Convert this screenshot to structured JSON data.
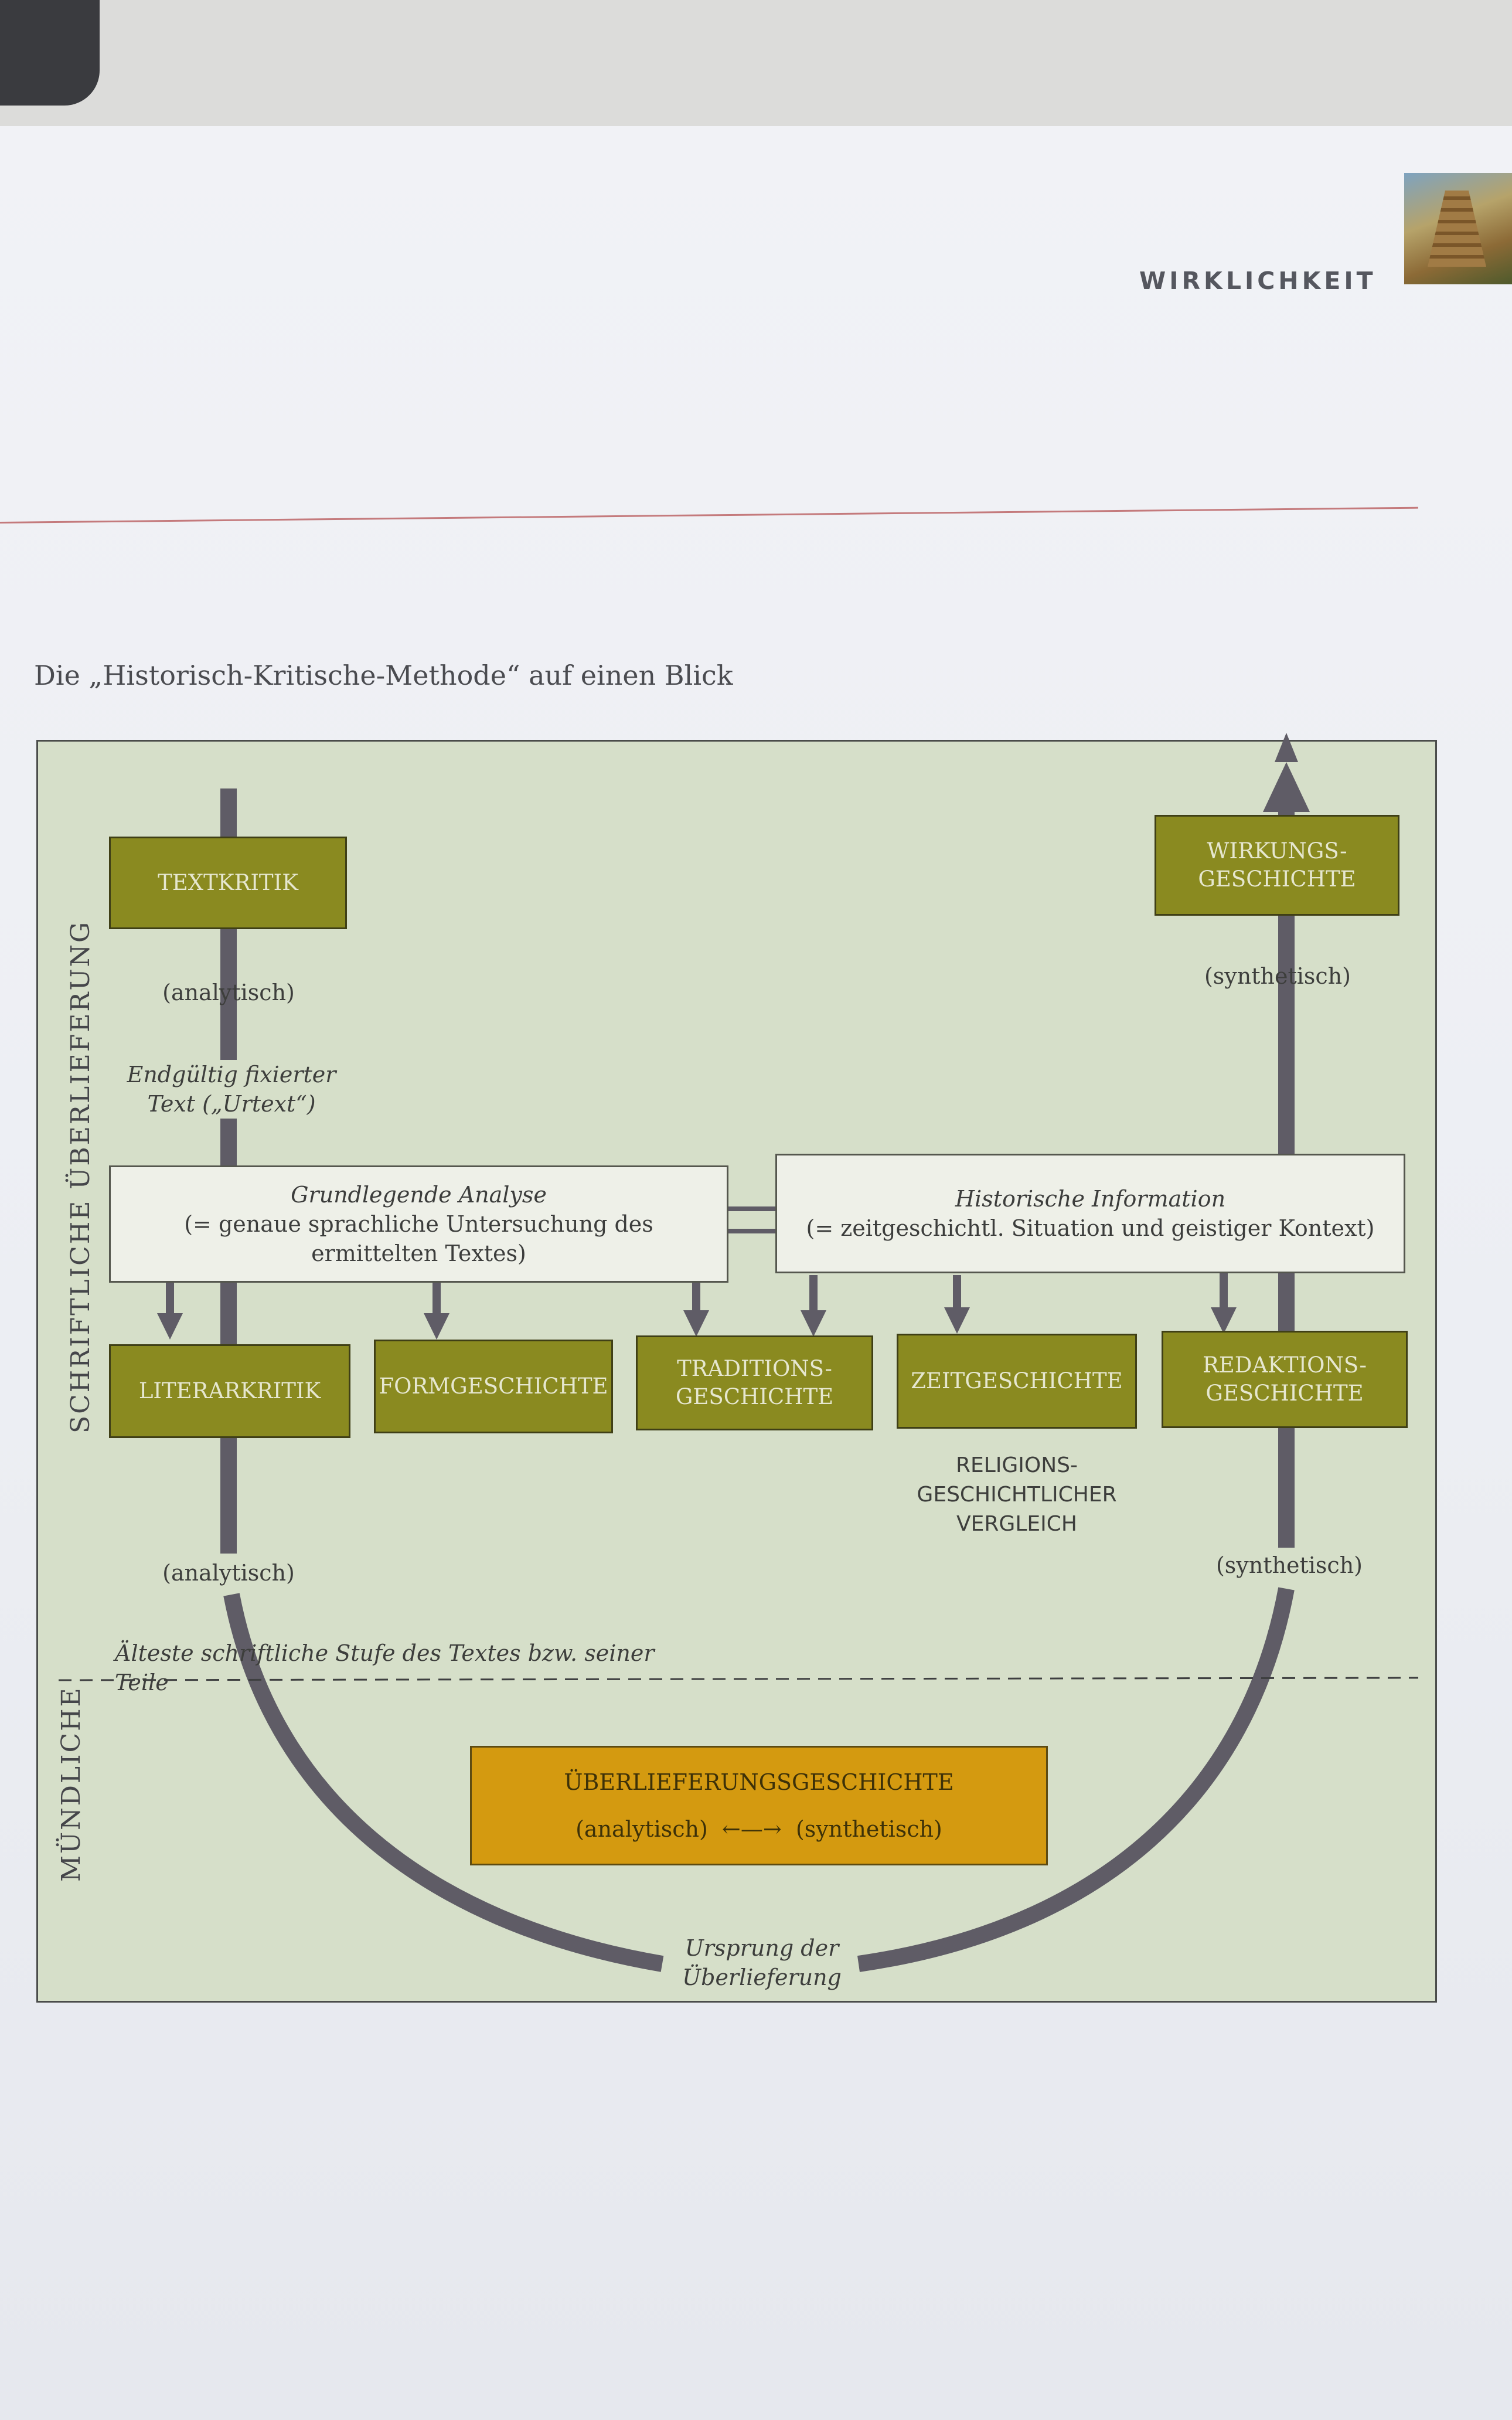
{
  "page": {
    "header": "WIRKLICHKEIT",
    "figure_title": "Die „Historisch-Kritische-Methode“ auf einen Blick"
  },
  "diagram": {
    "side_labels": {
      "written": "SCHRIFTLICHE ÜBERLIEFERUNG",
      "oral": "MÜNDLICHE"
    },
    "top_left_box": "TEXTKRITIK",
    "top_right_box_l1": "WIRKUNGS-",
    "top_right_box_l2": "GESCHICHTE",
    "analytisch": "(analytisch)",
    "synthetisch": "(synthetisch)",
    "fixed_text_l1": "Endgültig fixierter",
    "fixed_text_l2": "Text („Urtext“)",
    "analysis_box": {
      "l1": "Grundlegende Analyse",
      "l2": "(= genaue sprachliche Untersuchung des",
      "l3": "ermittelten Textes)"
    },
    "info_box": {
      "l1": "Historische Information",
      "l2": "(= zeitgeschichtl. Situation und geistiger Kontext)"
    },
    "methods": {
      "literarkritik": "LITERARKRITIK",
      "formgeschichte": "FORMGESCHICHTE",
      "traditions_l1": "TRADITIONS-",
      "traditions_l2": "GESCHICHTE",
      "zeitgeschichte": "ZEITGESCHICHTE",
      "redaktions_l1": "REDAKTIONS-",
      "redaktions_l2": "GESCHICHTE"
    },
    "religions_l1": "RELIGIONS-",
    "religions_l2": "GESCHICHTLICHER",
    "religions_l3": "VERGLEICH",
    "oldest_stage": "Älteste schriftliche Stufe des Textes bzw. seiner Teile",
    "oral_box": {
      "title": "ÜBERLIEFERUNGSGESCHICHTE",
      "left": "(analytisch)",
      "right": "(synthetisch)"
    },
    "origin_l1": "Ursprung der",
    "origin_l2": "Überlieferung"
  }
}
